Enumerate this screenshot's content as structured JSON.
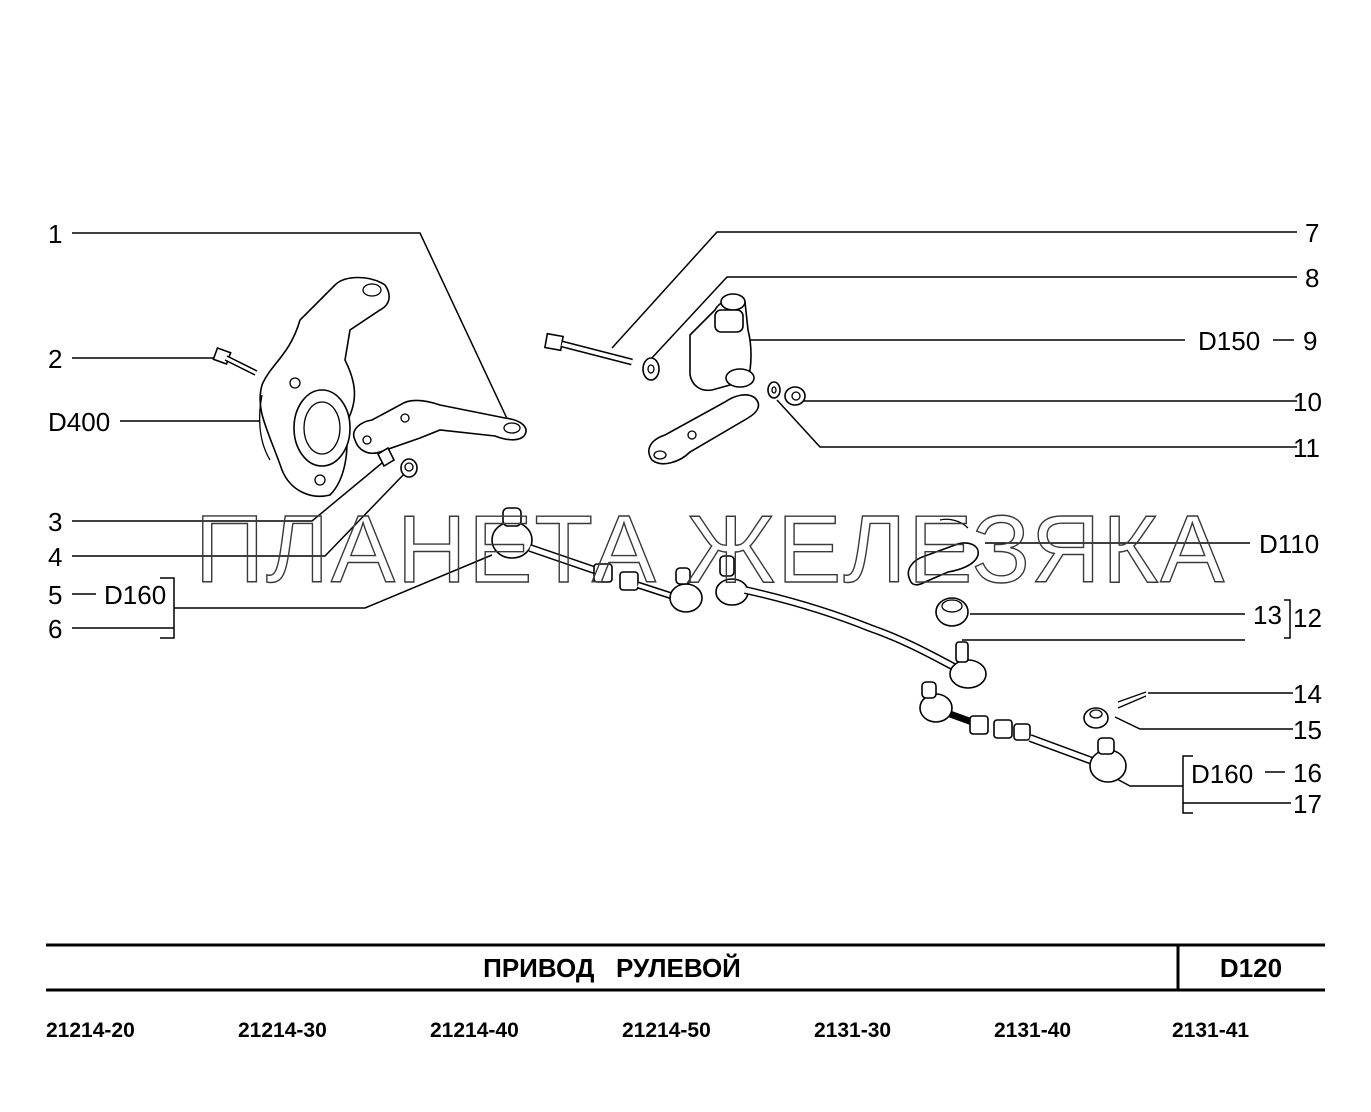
{
  "watermark": "ПЛАНЕТА ЖЕЛЕЗЯКА",
  "callouts": {
    "c1": "1",
    "c2": "2",
    "d400": "D400",
    "c3": "3",
    "c4": "4",
    "c5": "5",
    "d160_left": "D160",
    "c6": "6",
    "c7": "7",
    "c8": "8",
    "d150": "D150",
    "c9": "9",
    "c10": "10",
    "c11": "11",
    "d110": "D110",
    "c13": "13",
    "c12": "12",
    "c14": "14",
    "c15": "15",
    "d160_right": "D160",
    "c16": "16",
    "c17": "17"
  },
  "title_block": {
    "title": "ПРИВОД   РУЛЕВОЙ",
    "code": "D120"
  },
  "models": [
    "21214-20",
    "21214-30",
    "21214-40",
    "21214-50",
    "2131-30",
    "2131-40",
    "2131-41"
  ]
}
